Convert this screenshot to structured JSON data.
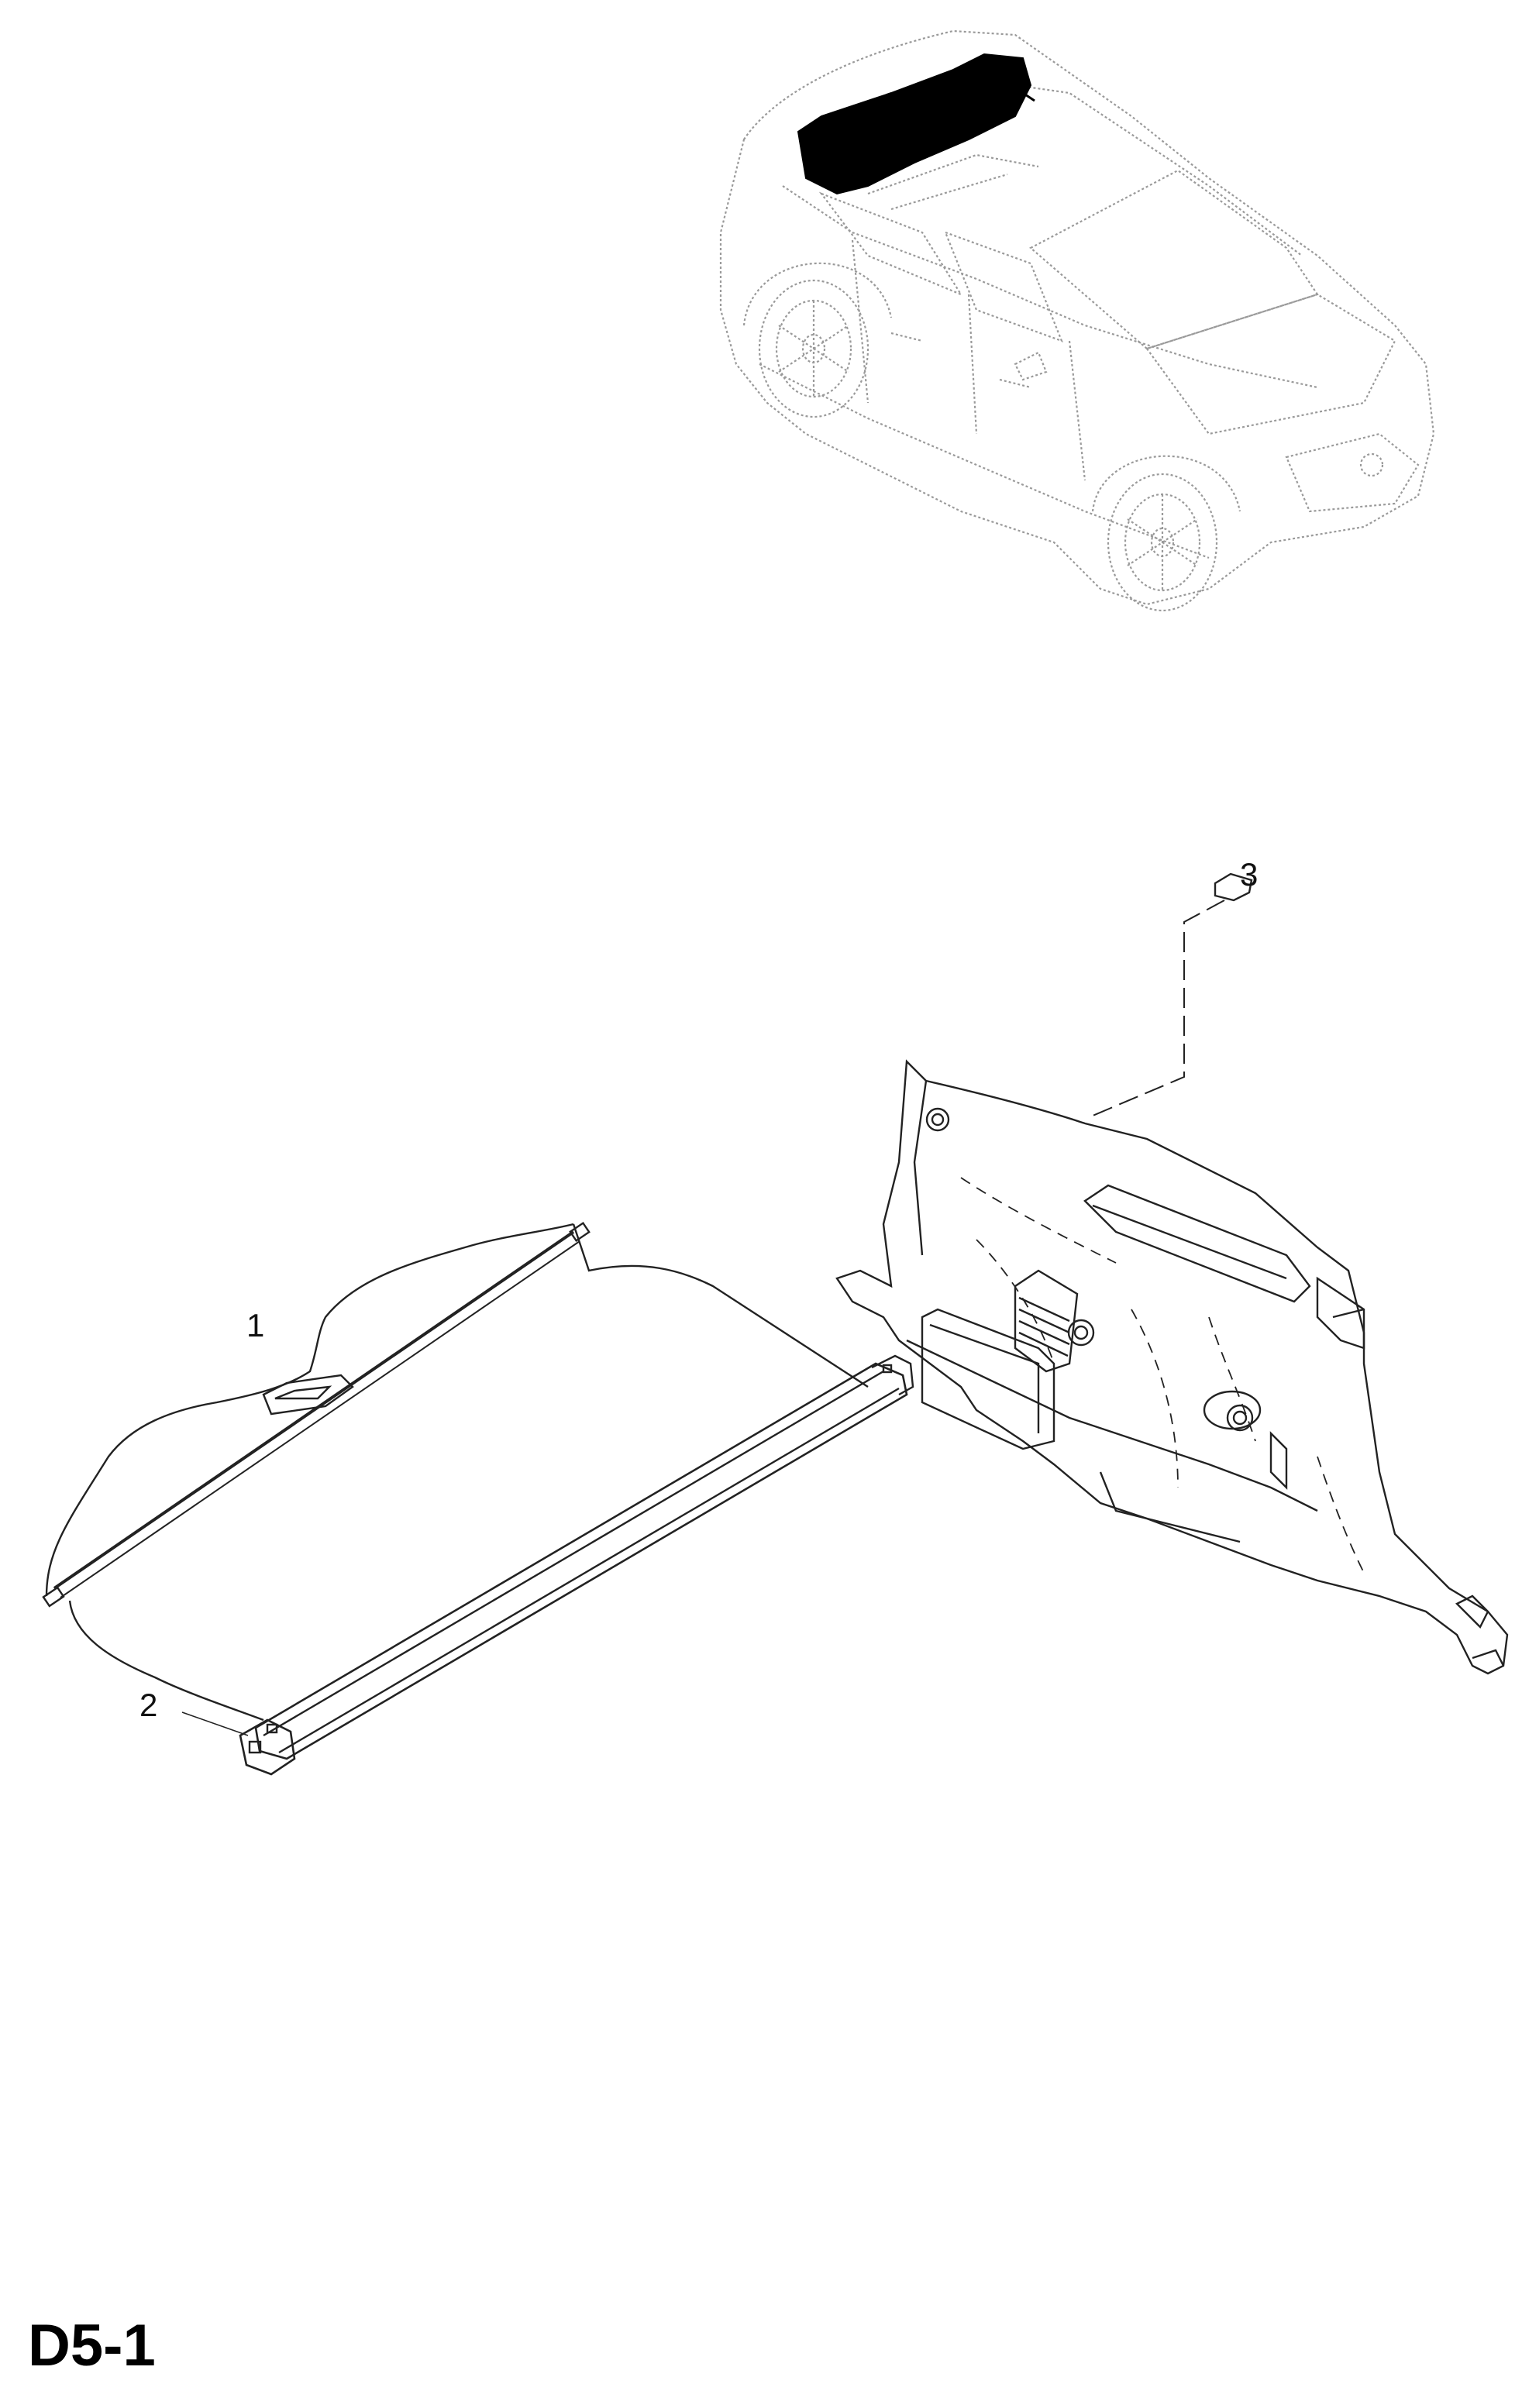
{
  "callouts": [
    {
      "label": "1"
    },
    {
      "label": "2"
    },
    {
      "label": "3"
    }
  ],
  "page_code": "D5-1",
  "colors": {
    "line": "#222222",
    "highlight": "#000000",
    "car_outline": "#9a9a9a"
  }
}
